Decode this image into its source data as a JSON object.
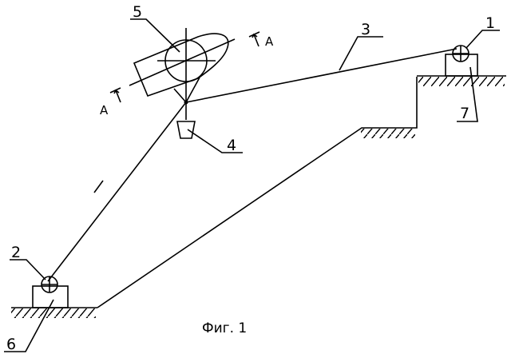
{
  "labels": {
    "l1": "1",
    "l2": "2",
    "l3": "3",
    "l4": "4",
    "l5": "5",
    "l6": "6",
    "l7": "7",
    "sectionA": "A"
  },
  "caption": "Фиг. 1"
}
